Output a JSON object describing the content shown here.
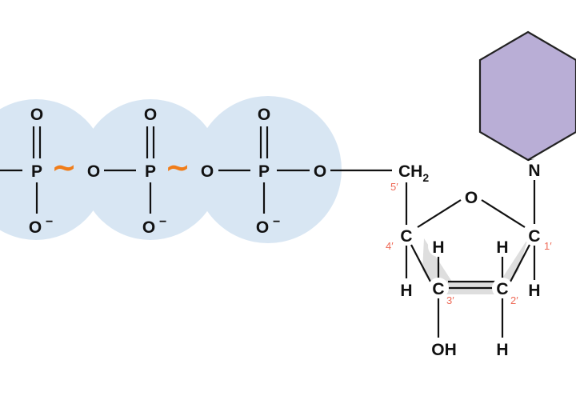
{
  "colors": {
    "phosphate_bg": "#d8e6f3",
    "base": "#b9aed6",
    "base_outline": "#222222",
    "ring_shade": "#dedede",
    "high_energy_bond": "#f07d1a",
    "carbon_number": "#ee6a57",
    "ink": "#111111"
  },
  "phosphates": [
    {
      "top_oxygen": "O",
      "phosphorus": "P",
      "bottom_oxygen": "O",
      "charge": "−",
      "bridge_oxygen": "O"
    },
    {
      "top_oxygen": "O",
      "phosphorus": "P",
      "bottom_oxygen": "O",
      "charge": "−",
      "bridge_oxygen": "O"
    },
    {
      "top_oxygen": "O",
      "phosphorus": "P",
      "bottom_oxygen": "O",
      "charge": "−",
      "bridge_oxygen": "O"
    }
  ],
  "high_energy_bond_symbol": "~",
  "sugar": {
    "ch2": {
      "atom": "CH",
      "subscript": "2"
    },
    "ring_oxygen": "O",
    "c4": "C",
    "c3": "C",
    "c2": "C",
    "c1": "C",
    "h_c4_below": "H",
    "h_c3_above": "H",
    "h_c2_above": "H",
    "h_c1_below": "H",
    "oh_c3": "OH",
    "h_c2_below": "H",
    "numbers": {
      "c5": "5′",
      "c4": "4′",
      "c3": "3′",
      "c2": "2′",
      "c1": "1′"
    }
  },
  "base": {
    "linking_nitrogen": "N"
  }
}
